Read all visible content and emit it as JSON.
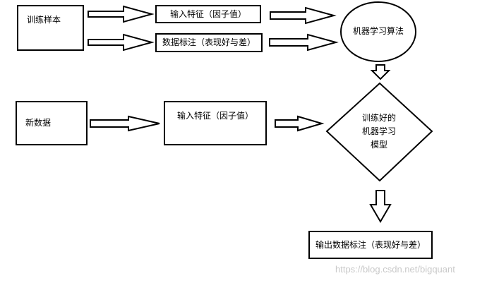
{
  "nodes": {
    "training_samples": "训练样本",
    "input_features_top": "输入特征（因子值）",
    "data_labels_top": "数据标注（表现好与差）",
    "ml_algorithm": "机器学习算法",
    "new_data": "新数据",
    "input_features_bottom": "输入特征（因子值）",
    "trained_model": {
      "line1": "训练好的",
      "line2": "机器学习",
      "line3": "模型"
    },
    "output_labels": "输出数据标注（表现好与差）"
  },
  "watermark": "https://blog.csdn.net/bigquant"
}
